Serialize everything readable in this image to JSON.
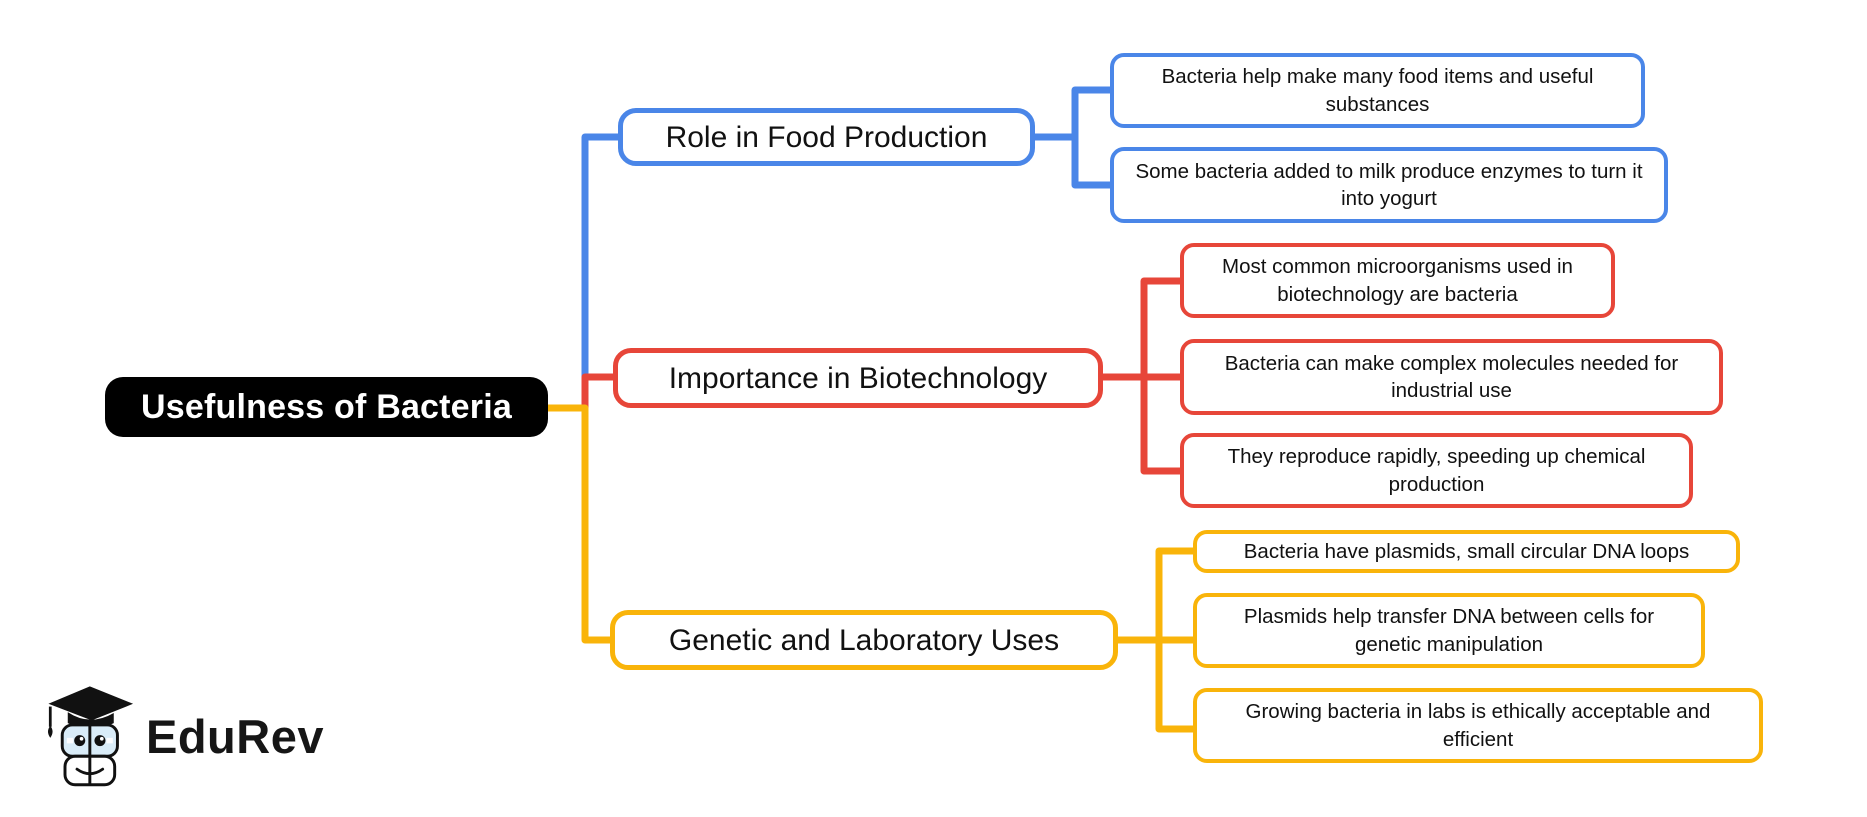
{
  "root": {
    "label": "Usefulness of Bacteria",
    "bg_color": "#000000",
    "text_color": "#ffffff"
  },
  "branches": [
    {
      "label": "Role in Food Production",
      "color": "#4a86e8",
      "children": [
        "Bacteria help make many food items and useful substances",
        "Some bacteria added to milk produce enzymes to turn it into yogurt"
      ]
    },
    {
      "label": "Importance in Biotechnology",
      "color": "#e74639",
      "children": [
        "Most common microorganisms used in biotechnology are bacteria",
        "Bacteria can make complex molecules needed for industrial use",
        "They reproduce rapidly, speeding up chemical production"
      ]
    },
    {
      "label": "Genetic and Laboratory Uses",
      "color": "#f9b40a",
      "children": [
        "Bacteria have plasmids, small circular DNA loops",
        "Plasmids help transfer DNA between cells for genetic manipulation",
        "Growing bacteria in labs is ethically acceptable and efficient"
      ]
    }
  ],
  "logo": {
    "text": "EduRev"
  }
}
